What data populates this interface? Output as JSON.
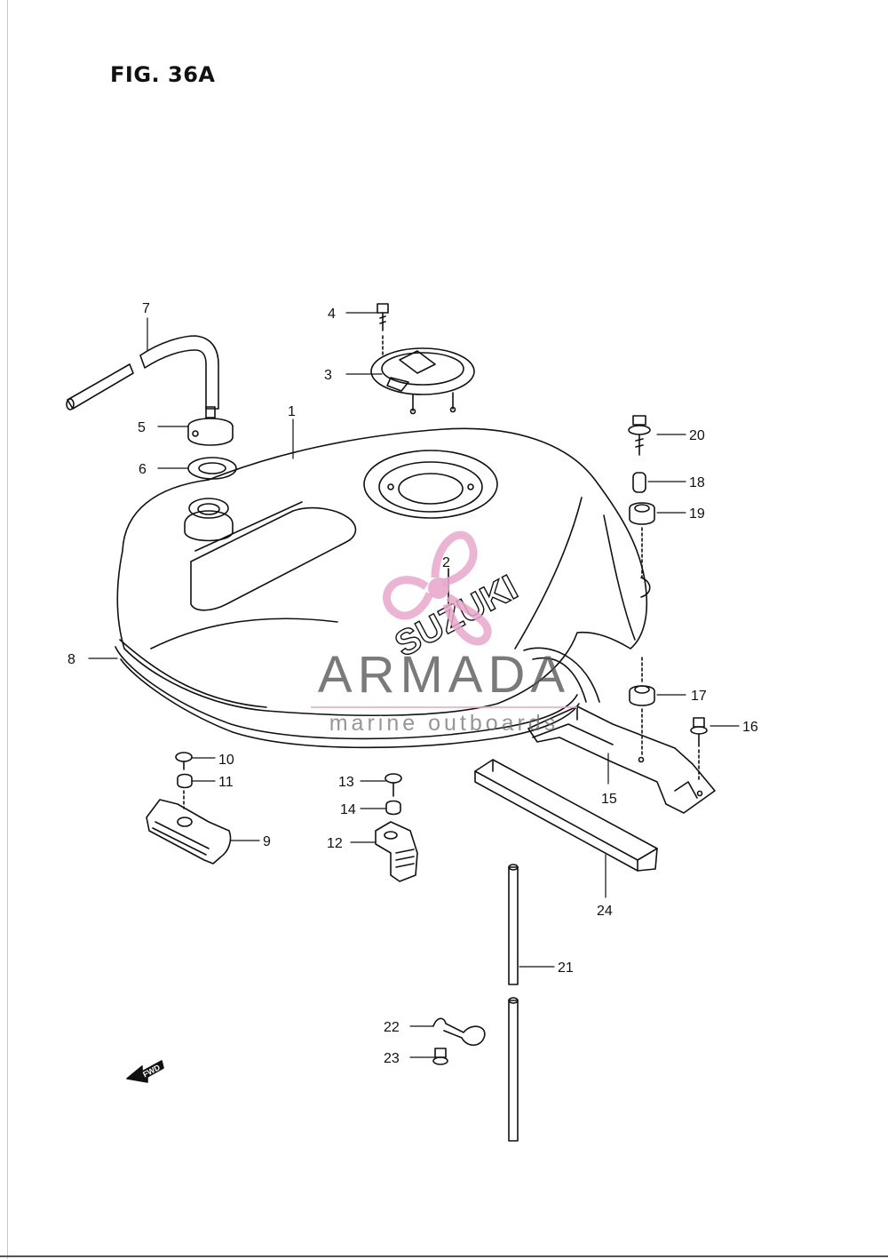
{
  "figure": {
    "title": "FIG. 36A"
  },
  "parts": [
    {
      "number": "1"
    },
    {
      "number": "2"
    },
    {
      "number": "3"
    },
    {
      "number": "4"
    },
    {
      "number": "5"
    },
    {
      "number": "6"
    },
    {
      "number": "7"
    },
    {
      "number": "8"
    },
    {
      "number": "9"
    },
    {
      "number": "10"
    },
    {
      "number": "11"
    },
    {
      "number": "12"
    },
    {
      "number": "13"
    },
    {
      "number": "14"
    },
    {
      "number": "15"
    },
    {
      "number": "16"
    },
    {
      "number": "17"
    },
    {
      "number": "18"
    },
    {
      "number": "19"
    },
    {
      "number": "20"
    },
    {
      "number": "21"
    },
    {
      "number": "22"
    },
    {
      "number": "23"
    },
    {
      "number": "24"
    }
  ],
  "tank_logo": "SUZUKI",
  "fwd_label": "FWD",
  "watermark": {
    "main": "ARMADA",
    "sub": "marine outboards",
    "accent_color": "#e8a8cc"
  },
  "colors": {
    "line": "#111111",
    "watermark_text": "#555555"
  }
}
